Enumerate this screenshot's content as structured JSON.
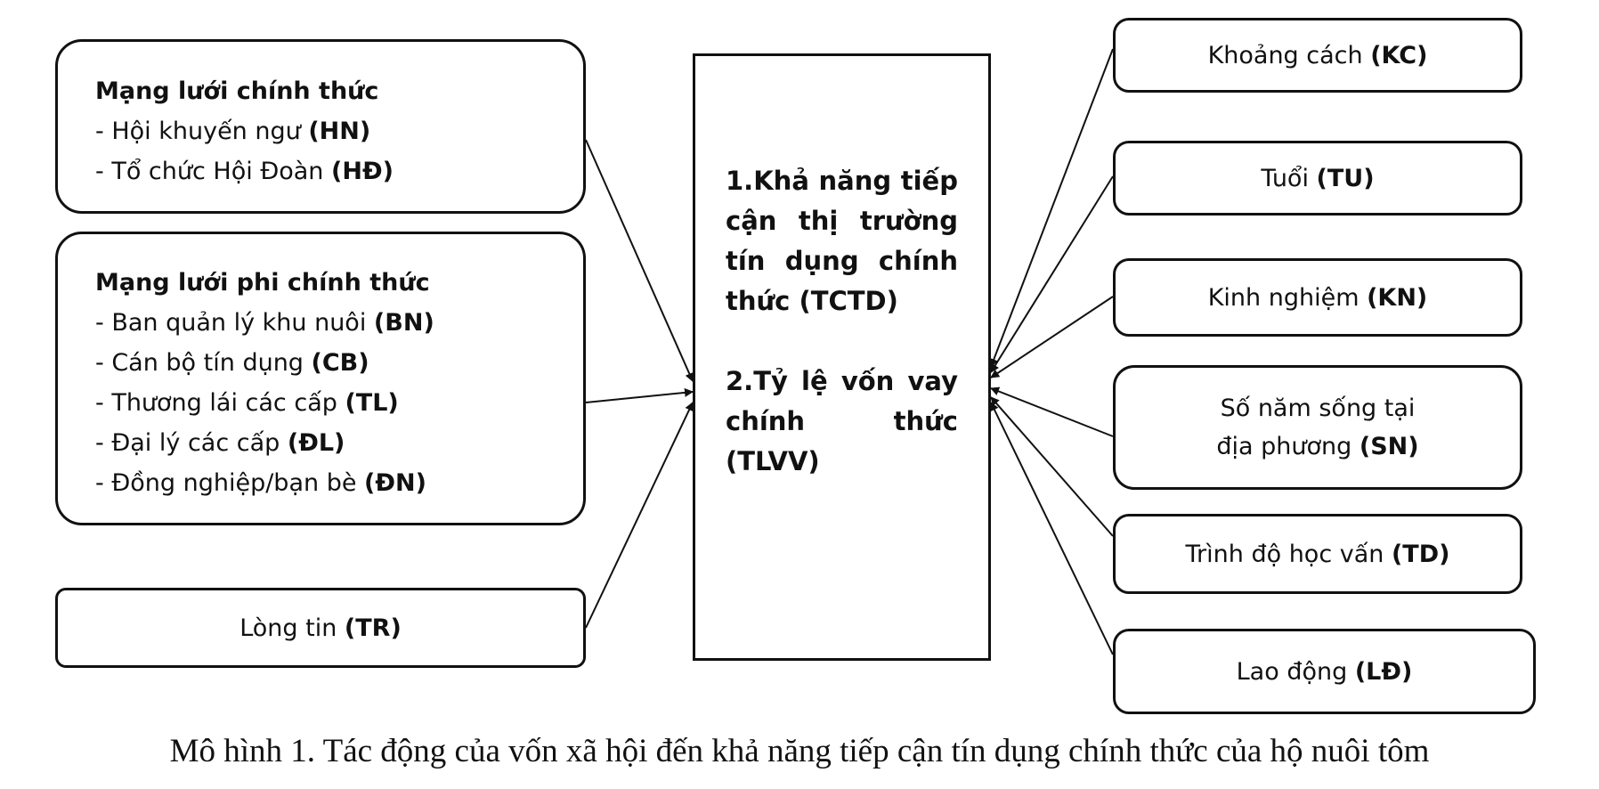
{
  "left": {
    "formal": {
      "title": "Mạng lưới chính thức",
      "items": [
        {
          "text": "- Hội khuyến  ngư ",
          "abbr": "(HN)"
        },
        {
          "text": "- Tổ chức Hội Đoàn ",
          "abbr": "(HĐ)"
        }
      ]
    },
    "informal": {
      "title": "Mạng lưới phi chính thức",
      "items": [
        {
          "text": "- Ban quản lý khu nuôi ",
          "abbr": "(BN)"
        },
        {
          "text": "- Cán bộ tín dụng  ",
          "abbr": "(CB)"
        },
        {
          "text": "- Thương lái các cấp ",
          "abbr": "(TL)"
        },
        {
          "text": "- Đại lý các cấp ",
          "abbr": "(ĐL)"
        },
        {
          "text": "- Đồng nghiệp/bạn bè ",
          "abbr": "(ĐN)"
        }
      ]
    },
    "trust": {
      "text": "Lòng tin ",
      "abbr": "(TR)"
    }
  },
  "center": {
    "outcome1": "1.Khả năng tiếp cận thị trường tín dụng chính thức (TCTD)",
    "outcome2": "2.Tỷ lệ vốn vay chính thức (TLVV)"
  },
  "right": [
    {
      "line1": "Khoảng cách ",
      "abbr": "(KC)"
    },
    {
      "line1": "Tuổi ",
      "abbr": "(TU)"
    },
    {
      "line1": "Kinh nghiệm ",
      "abbr": "(KN)"
    },
    {
      "line1": "Số năm sống tại",
      "line2": "địa phương ",
      "abbr": "(SN)"
    },
    {
      "line1": "Trình độ học vấn ",
      "abbr": "(TD)"
    },
    {
      "line1": "Lao động ",
      "abbr": "(LĐ)"
    }
  ],
  "caption": "Mô hình 1. Tác động của vốn xã hội đến khả năng tiếp cận tín dụng chính thức của hộ nuôi tôm"
}
